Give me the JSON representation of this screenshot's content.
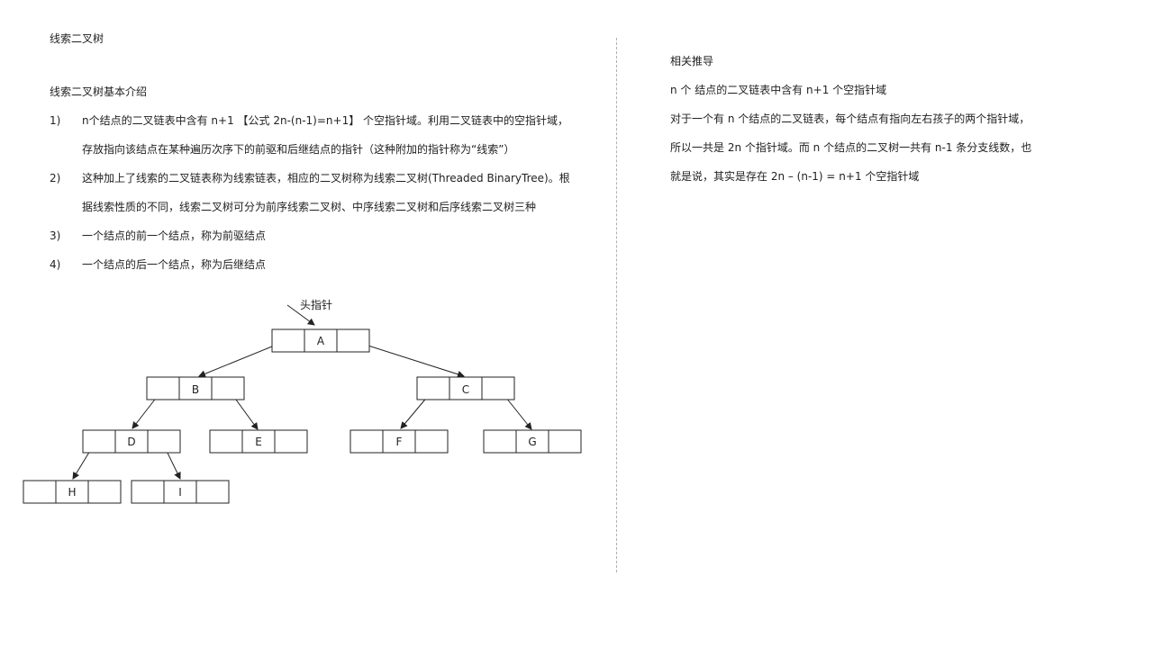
{
  "left": {
    "title": "线索二叉树",
    "section_heading": "线索二叉树基本介绍",
    "items": [
      {
        "num": "1)",
        "lines": [
          "n个结点的二叉链表中含有   n+1   【公式  2n-(n-1)=n+1】  个空指针域。利用二叉链表中的空指针域，",
          "存放指向该结点在某种遍历次序下的前驱和后继结点的指针（这种附加的指针称为“线索”）"
        ]
      },
      {
        "num": "2)",
        "lines": [
          "这种加上了线索的二叉链表称为线索链表，相应的二叉树称为线索二叉树(Threaded   BinaryTree)。根",
          "据线索性质的不同，线索二叉树可分为前序线索二叉树、中序线索二叉树和后序线索二叉树三种"
        ]
      },
      {
        "num": "3)",
        "lines": [
          "一个结点的前一个结点，称为前驱结点"
        ]
      },
      {
        "num": "4)",
        "lines": [
          "一个结点的后一个结点，称为后继结点"
        ]
      }
    ],
    "diagram": {
      "head_label": "头指针",
      "nodes": [
        "A",
        "B",
        "C",
        "D",
        "E",
        "F",
        "G",
        "H",
        "I"
      ]
    }
  },
  "right": {
    "heading": "相关推导",
    "lines": [
      "n 个  结点的二叉链表中含有   n+1 个空指针域",
      "对于一个有  n 个结点的二叉链表，每个结点有指向左右孩子的两个指针域，",
      "所以一共是  2n 个指针域。而  n 个结点的二叉树一共有   n-1 条分支线数，也",
      "就是说，其实是存在   2n – (n-1) = n+1 个空指针域"
    ]
  }
}
